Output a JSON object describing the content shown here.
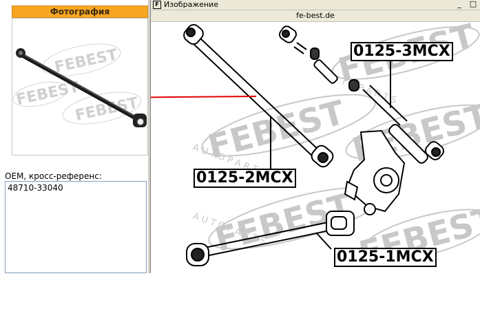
{
  "photo_panel": {
    "header": "Фотография",
    "watermark": "FEBEST"
  },
  "oem": {
    "label": "OEM, кросс-референс:",
    "value": "48710-33040"
  },
  "image_window": {
    "title": "Изображение",
    "title_icon": "F",
    "url": "fe-best.de",
    "buttons": [
      "_",
      "□"
    ]
  },
  "diagram": {
    "watermark_brand": "FEBEST",
    "watermark_sub": "A U T O   P A R T S",
    "parts": [
      "0125-3MCX",
      "0125-2MCX",
      "0125-1MCX"
    ],
    "pointer_color": "#e00000"
  }
}
